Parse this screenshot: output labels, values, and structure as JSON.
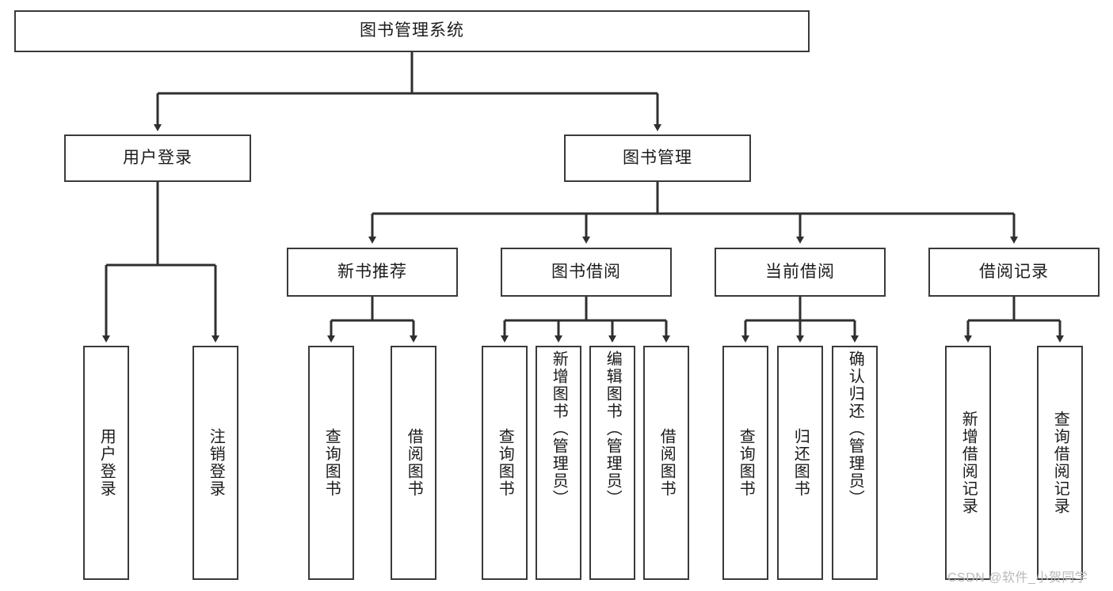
{
  "diagram": {
    "type": "tree",
    "title": "图书管理系统",
    "watermark": "CSDN @软件_小贺同学",
    "colors": {
      "stroke": "#3a3a3a",
      "fill": "#ffffff",
      "text": "#1b1b1b",
      "watermark": "#b9b9b9"
    },
    "root": {
      "label": "图书管理系统"
    },
    "level1": [
      {
        "label": "用户登录"
      },
      {
        "label": "图书管理"
      }
    ],
    "level2": [
      {
        "label": "新书推荐"
      },
      {
        "label": "图书借阅"
      },
      {
        "label": "当前借阅"
      },
      {
        "label": "借阅记录"
      }
    ],
    "leaves": {
      "user_login": [
        {
          "label": "用户登录"
        },
        {
          "label": "注销登录"
        }
      ],
      "new_book_recommend": [
        {
          "label": "查询图书"
        },
        {
          "label": "借阅图书"
        }
      ],
      "book_borrow": [
        {
          "label": "查询图书"
        },
        {
          "label": "新增图书（管理员）"
        },
        {
          "label": "编辑图书（管理员）"
        },
        {
          "label": "借阅图书"
        }
      ],
      "current_borrow": [
        {
          "label": "查询图书"
        },
        {
          "label": "归还图书"
        },
        {
          "label": "确认归还（管理员）"
        }
      ],
      "borrow_record": [
        {
          "label": "新增借阅记录"
        },
        {
          "label": "查询借阅记录"
        }
      ]
    }
  }
}
